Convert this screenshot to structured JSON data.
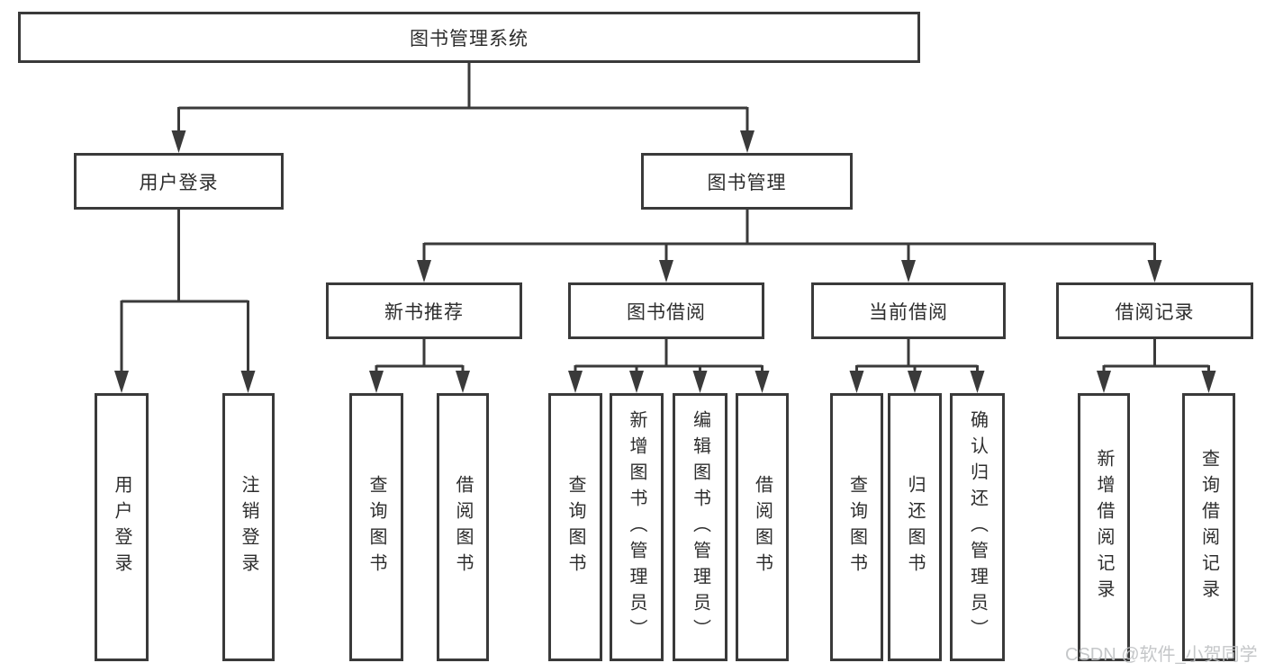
{
  "diagram": {
    "type": "hierarchy-tree",
    "orientation": "top-down",
    "tree": {
      "root": {
        "label": "图书管理系统",
        "children": [
          {
            "label": "用户登录",
            "children": [
              {
                "label": "用户登录"
              },
              {
                "label": "注销登录"
              }
            ]
          },
          {
            "label": "图书管理",
            "children": [
              {
                "label": "新书推荐",
                "children": [
                  {
                    "label": "查询图书"
                  },
                  {
                    "label": "借阅图书"
                  }
                ]
              },
              {
                "label": "图书借阅",
                "children": [
                  {
                    "label": "查询图书"
                  },
                  {
                    "label": "新增图书（管理员）"
                  },
                  {
                    "label": "编辑图书（管理员）"
                  },
                  {
                    "label": "借阅图书"
                  }
                ]
              },
              {
                "label": "当前借阅",
                "children": [
                  {
                    "label": "查询图书"
                  },
                  {
                    "label": "归还图书"
                  },
                  {
                    "label": "确认归还（管理员）"
                  }
                ]
              },
              {
                "label": "借阅记录",
                "children": [
                  {
                    "label": "新增借阅记录"
                  },
                  {
                    "label": "查询借阅记录"
                  }
                ]
              }
            ]
          }
        ]
      }
    },
    "colors": {
      "line": "#3a3a3a",
      "box_border": "#3a3a3a",
      "box_fill": "#ffffff",
      "text": "#2d2d2d",
      "background": "#ffffff",
      "watermark_text_color": "#c0c2c4"
    }
  },
  "watermark": {
    "text": "CSDN @软件_小贺同学"
  }
}
